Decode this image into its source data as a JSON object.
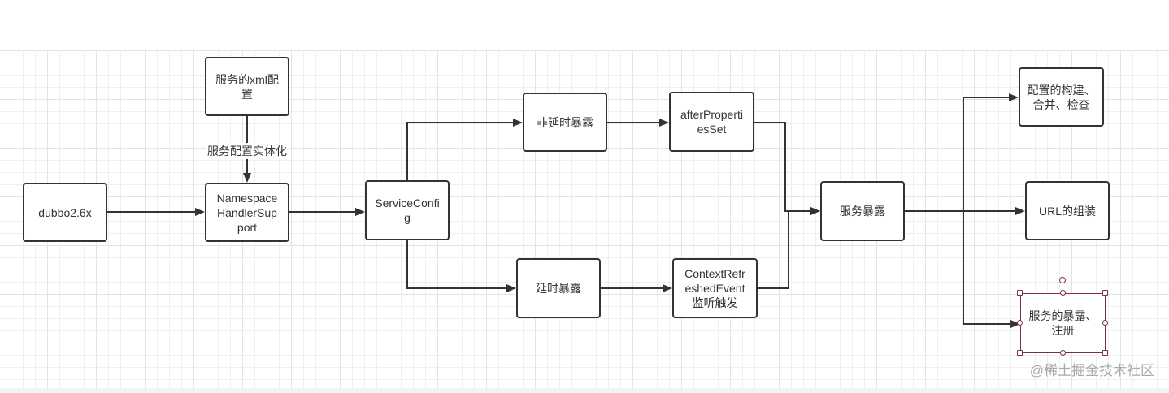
{
  "nodes": {
    "dubbo": {
      "lines": [
        "dubbo2.6x"
      ]
    },
    "xml_config": {
      "lines": [
        "服务的xml配",
        "置"
      ]
    },
    "namespace_handler": {
      "lines": [
        "Namespace",
        "HandlerSup",
        "port"
      ]
    },
    "service_config": {
      "lines": [
        "ServiceConfi",
        "g"
      ]
    },
    "non_delay_export": {
      "lines": [
        "非延时暴露"
      ]
    },
    "after_properties_set": {
      "lines": [
        "afterProperti",
        "esSet"
      ]
    },
    "delay_export": {
      "lines": [
        "延时暴露"
      ]
    },
    "context_refreshed": {
      "lines": [
        "ContextRefr",
        "eshedEvent",
        "监听触发"
      ]
    },
    "service_export": {
      "lines": [
        "服务暴露"
      ]
    },
    "config_build": {
      "lines": [
        "配置的构建、",
        "合并、检查"
      ]
    },
    "url_assemble": {
      "lines": [
        "URL的组装"
      ]
    },
    "export_register": {
      "lines": [
        "服务的暴露、",
        "注册"
      ],
      "selected": true
    }
  },
  "edge_labels": {
    "xml_to_namespace": "服务配置实体化"
  },
  "watermark": "@稀土掘金技术社区",
  "colors": {
    "node_border": "#333333",
    "edge_color": "#333333",
    "selection_color": "#7d3045",
    "label_color": "#333333",
    "watermark_color": "#a9a9a9",
    "grid_minor": "#efefef",
    "grid_major": "#e3e3e3"
  }
}
